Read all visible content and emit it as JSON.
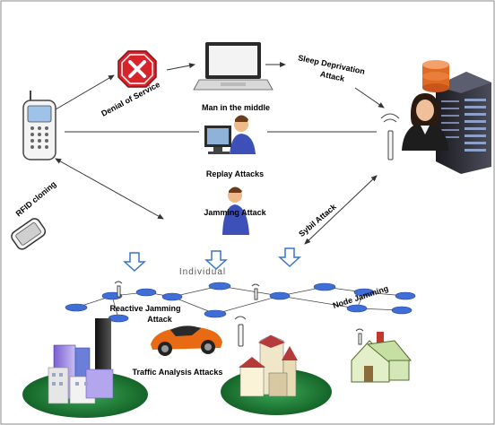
{
  "labels": {
    "denial_of_service": "Denial of Service",
    "man_in_the_middle": "Man in the middle",
    "sleep_deprivation_line1": "Sleep Deprivation",
    "sleep_deprivation_line2": "Attack",
    "replay_attacks": "Replay Attacks",
    "rfid_cloning": "RFID cloning",
    "jamming_attack": "Jamming Attack",
    "sybil_attack": "Sybil Attack",
    "individual": "Individual",
    "reactive_jamming_line1": "Reactive Jamming",
    "reactive_jamming_line2": "Attack",
    "node_jamming": "Node Jamming",
    "traffic_analysis": "Traffic Analysis Attacks"
  },
  "icons": {
    "stop": "stop-sign-icon",
    "laptop": "laptop-icon",
    "phone": "mobile-phone-icon",
    "server": "server-rack-icon",
    "database": "database-icon",
    "admin": "administrator-icon",
    "attacker": "attacker-at-computer-icon",
    "tower": "antenna-icon",
    "car": "sports-car-icon",
    "flip_phone": "flip-phone-icon"
  },
  "colors": {
    "stop_red": "#d8232a",
    "node_blue": "#3f6fd6",
    "arrow_blue": "#3a74c9",
    "grass": "#1f7d3a",
    "car_orange": "#e86a12"
  }
}
